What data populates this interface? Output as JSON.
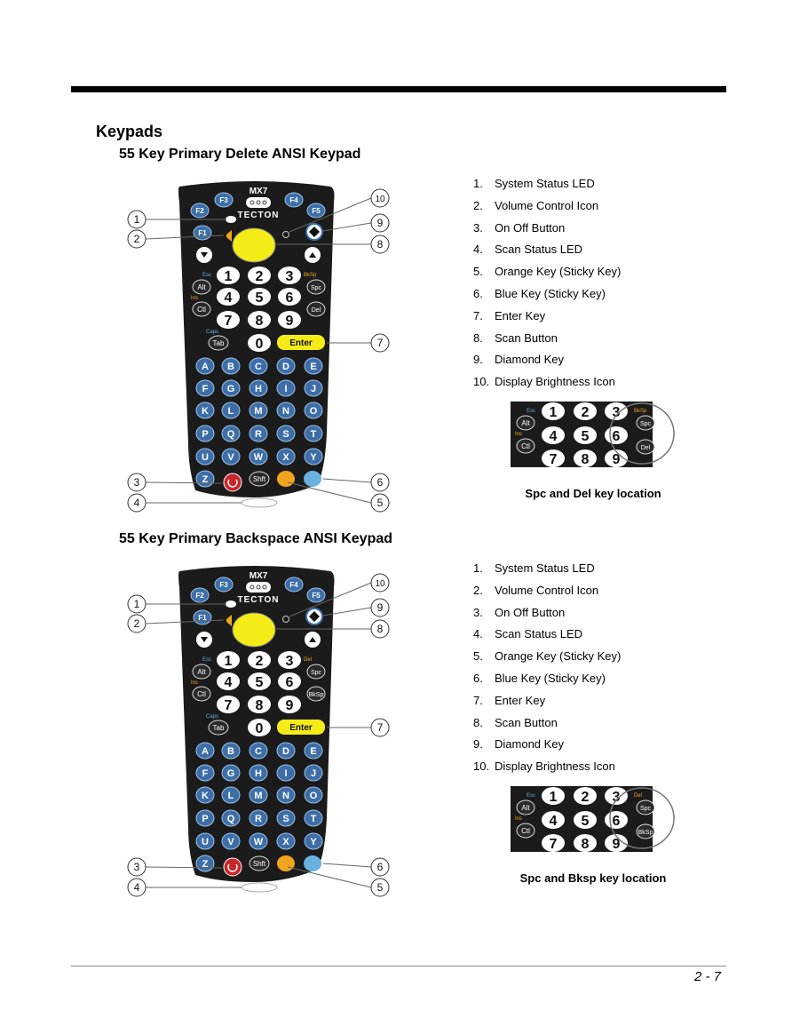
{
  "heading": "Keypads",
  "footer": {
    "page_number": "2 - 7"
  },
  "sections": [
    {
      "title": "55 Key Primary Delete ANSI Keypad",
      "legend": [
        {
          "num": "1.",
          "text": "System Status LED"
        },
        {
          "num": "2.",
          "text": "Volume Control Icon"
        },
        {
          "num": "3.",
          "text": "On Off Button"
        },
        {
          "num": "4.",
          "text": "Scan Status LED"
        },
        {
          "num": "5.",
          "text": "Orange Key (Sticky Key)"
        },
        {
          "num": "6.",
          "text": "Blue Key (Sticky Key)"
        },
        {
          "num": "7.",
          "text": "Enter Key"
        },
        {
          "num": "8.",
          "text": "Scan Button"
        },
        {
          "num": "9.",
          "text": "Diamond Key"
        },
        {
          "num": "10.",
          "text": "Display Brightness Icon"
        }
      ],
      "detail": {
        "top_left": "Esc",
        "top_right": "BkSp",
        "key_a": "Spc",
        "key_b": "Del",
        "mid_left": "Ins"
      },
      "caption": "Spc and Del key location",
      "keypad": {
        "upper_right_label": "BkSp",
        "key_a": "Spc",
        "key_b": "Del",
        "ins_label": "Ins"
      }
    },
    {
      "title": "55 Key Primary Backspace ANSI Keypad",
      "legend": [
        {
          "num": "1.",
          "text": "System Status LED"
        },
        {
          "num": "2.",
          "text": "Volume Control Icon"
        },
        {
          "num": "3.",
          "text": "On Off Button"
        },
        {
          "num": "4.",
          "text": "Scan Status LED"
        },
        {
          "num": "5.",
          "text": "Orange Key (Sticky Key)"
        },
        {
          "num": "6.",
          "text": "Blue Key (Sticky Key)"
        },
        {
          "num": "7.",
          "text": "Enter Key"
        },
        {
          "num": "8.",
          "text": "Scan Button"
        },
        {
          "num": "9.",
          "text": "Diamond Key"
        },
        {
          "num": "10.",
          "text": "Display Brightness Icon"
        }
      ],
      "detail": {
        "top_left": "Esc",
        "top_right": "Del",
        "key_a": "Spc",
        "key_b": "BkSp",
        "mid_left": "Ins"
      },
      "caption": "Spc and Bksp key location",
      "keypad": {
        "upper_right_label": "Del",
        "key_a": "Spc",
        "key_b": "BkSp",
        "ins_label": "Ins"
      }
    }
  ],
  "keypad_common": {
    "brand": "MX7",
    "logo": "TECTON",
    "fkeys": [
      "F2",
      "F3",
      "F4",
      "F5",
      "F1"
    ],
    "numbers": [
      "1",
      "2",
      "3",
      "4",
      "5",
      "6",
      "7",
      "8",
      "9",
      "0"
    ],
    "tab": "Tab",
    "enter": "Enter",
    "alt": "Alt",
    "ctl": "Ctl",
    "esc": "Esc",
    "caps": "Caps",
    "shft": "Shft",
    "letters": [
      "A",
      "B",
      "C",
      "D",
      "E",
      "F",
      "G",
      "H",
      "I",
      "J",
      "K",
      "L",
      "M",
      "N",
      "O",
      "P",
      "Q",
      "R",
      "S",
      "T",
      "U",
      "V",
      "W",
      "X",
      "Y",
      "Z"
    ],
    "callouts": [
      "1",
      "2",
      "3",
      "4",
      "5",
      "6",
      "7",
      "8",
      "9",
      "10"
    ],
    "colors": {
      "body": "#1b1b1b",
      "blue_key": "#3d6ea8",
      "scan": "#f5ec17",
      "orange": "#f0a51e",
      "red": "#c8262b",
      "light_blue": "#6ab0e0"
    }
  }
}
